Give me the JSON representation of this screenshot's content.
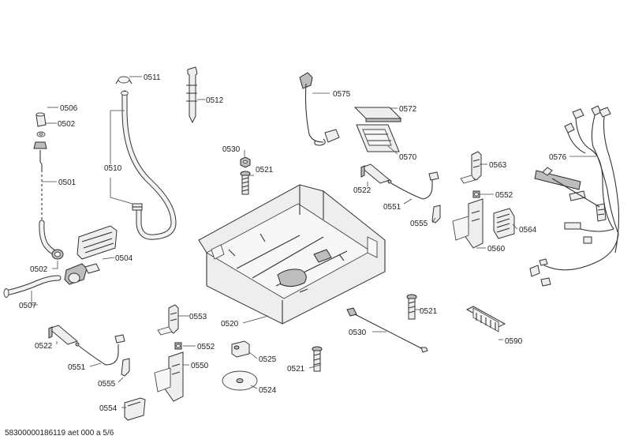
{
  "document_ref": "58300000186119 aet 000 a 5/6",
  "callouts": {
    "c0501": "0501",
    "c0502a": "0502",
    "c0502b": "0502",
    "c0504": "0504",
    "c0506": "0506",
    "c0507": "0507",
    "c0510": "0510",
    "c0511": "0511",
    "c0512": "0512",
    "c0520": "0520",
    "c0521a": "0521",
    "c0521b": "0521",
    "c0521c": "0521",
    "c0522a": "0522",
    "c0522b": "0522",
    "c0524": "0524",
    "c0525": "0525",
    "c0530a": "0530",
    "c0530b": "0530",
    "c0550": "0550",
    "c0551a": "0551",
    "c0551b": "0551",
    "c0552a": "0552",
    "c0552b": "0552",
    "c0553": "0553",
    "c0554": "0554",
    "c0555a": "0555",
    "c0555b": "0555",
    "c0560": "0560",
    "c0563": "0563",
    "c0564": "0564",
    "c0570": "0570",
    "c0572": "0572",
    "c0575": "0575",
    "c0576": "0576",
    "c0590": "0590"
  }
}
